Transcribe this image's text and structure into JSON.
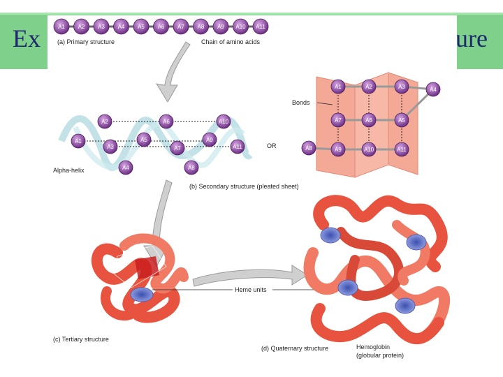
{
  "slide": {
    "title_left": "Ex",
    "title_right": "ure"
  },
  "primary": {
    "caption": "(a) Primary structure",
    "chain_label": "Chain of amino acids",
    "beads": [
      "A1",
      "A2",
      "A3",
      "A4",
      "A5",
      "A6",
      "A7",
      "A8",
      "A9",
      "A10",
      "A11"
    ]
  },
  "alpha": {
    "label": "Alpha-helix",
    "beads": [
      "A1",
      "A2",
      "A3",
      "A4",
      "A5",
      "A6",
      "A7",
      "A8",
      "A9",
      "A10",
      "A11"
    ]
  },
  "sheet": {
    "bonds_label": "Bonds",
    "or_label": "OR",
    "caption": "(b) Secondary structure (pleated sheet)",
    "top_row": [
      "A1",
      "A2",
      "A3",
      "A4"
    ],
    "mid_row": [
      "A7",
      "A6",
      "A5"
    ],
    "bot_row": [
      "A8",
      "A9",
      "A10",
      "A11"
    ]
  },
  "tertiary": {
    "caption": "(c) Tertiary structure",
    "heme_label": "Heme units"
  },
  "quaternary": {
    "caption": "(d) Quaternary structure",
    "hemoglobin": "Hemoglobin",
    "globular": "(globular protein)"
  },
  "colors": {
    "banner": "#7fd08a",
    "title": "#1f2a6e",
    "bead": "#8b4aa0",
    "sheet": "#f4a896",
    "protein": "#e8533f",
    "arrow": "#c8c8c8"
  }
}
